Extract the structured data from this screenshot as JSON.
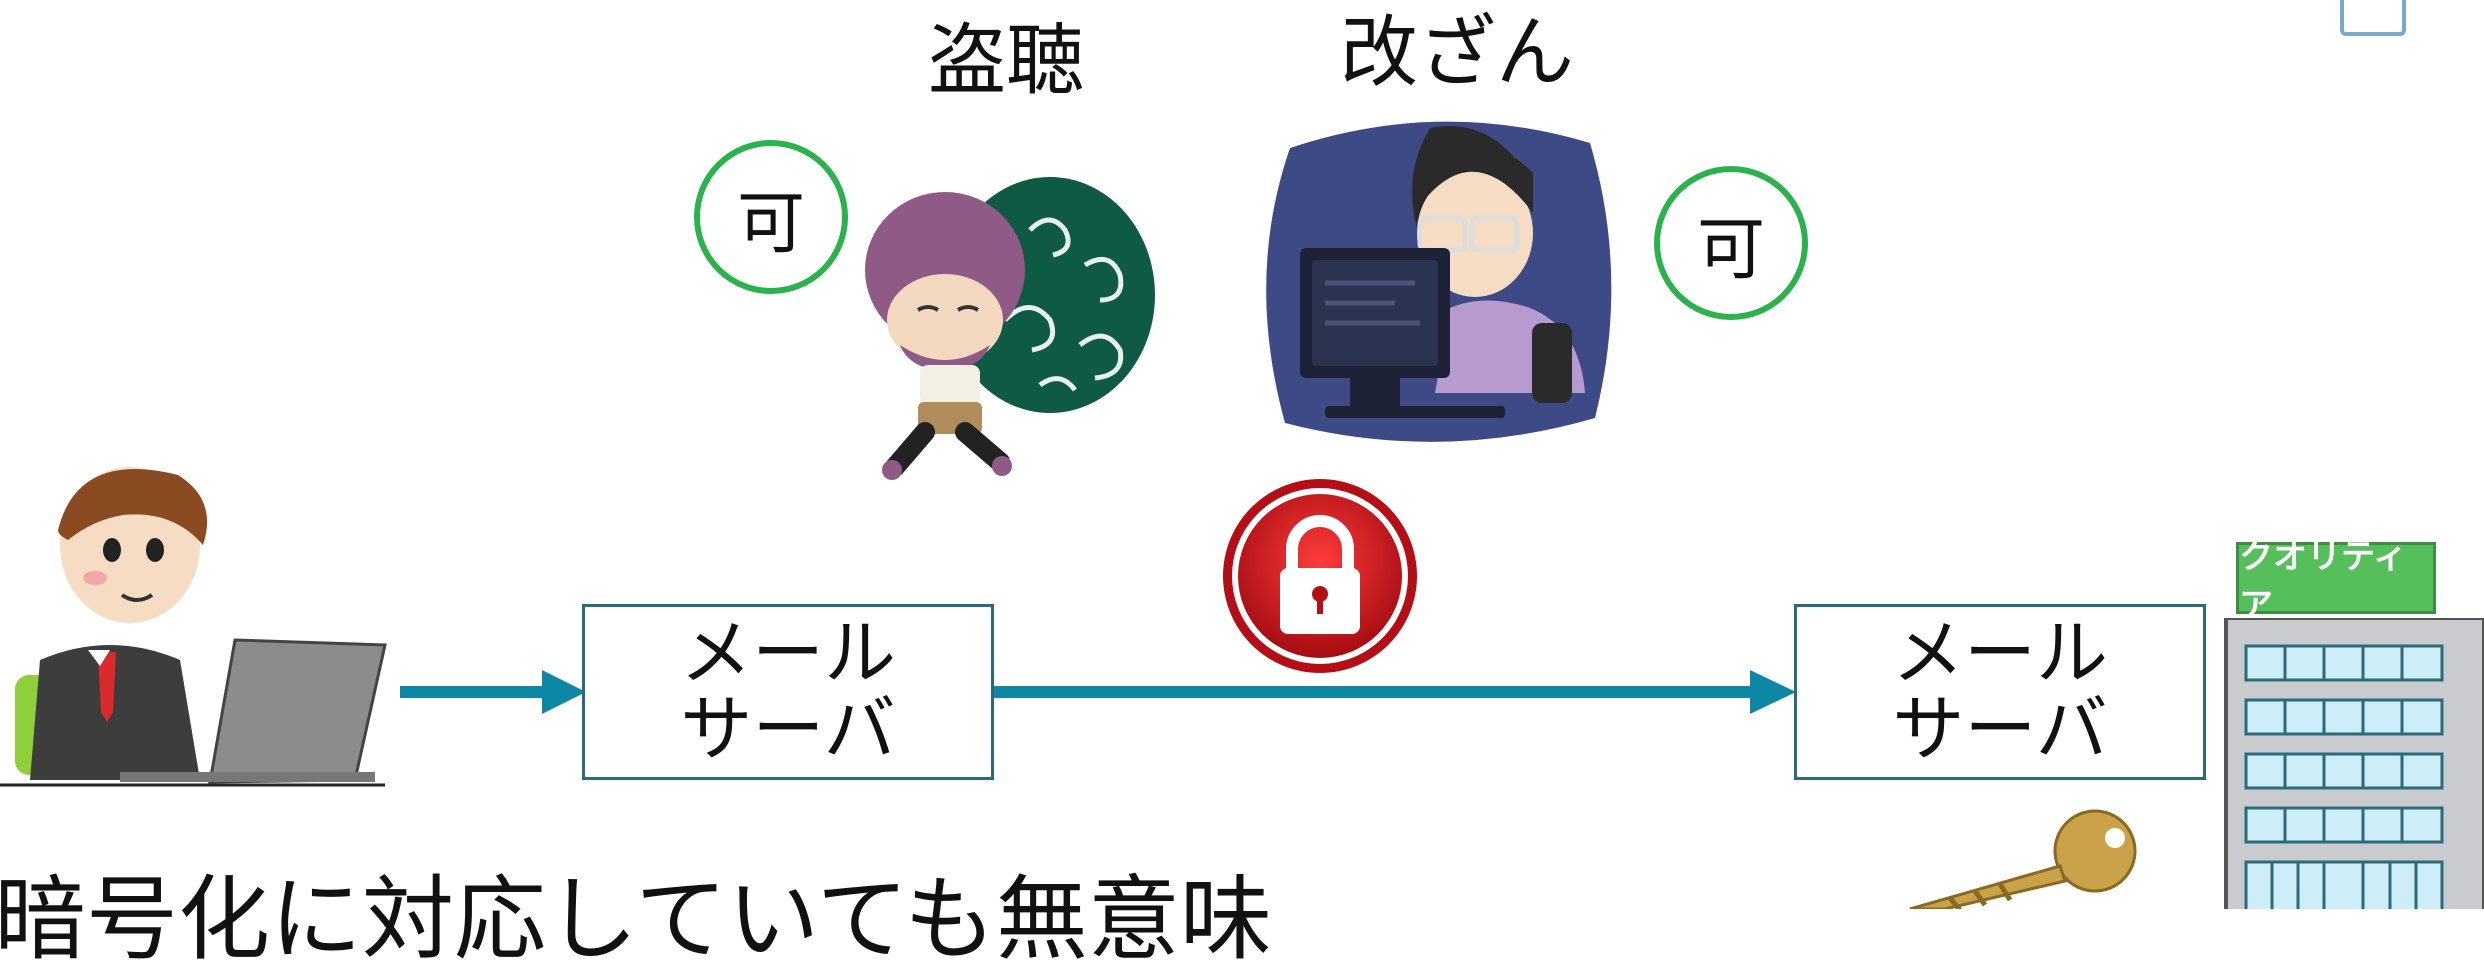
{
  "threats": {
    "eavesdrop": {
      "title": "盗聴",
      "badge": "可"
    },
    "tamper": {
      "title": "改ざん",
      "badge": "可"
    }
  },
  "flow": {
    "left_server": {
      "line1": "メール",
      "line2": "サーバ"
    },
    "right_server": {
      "line1": "メール",
      "line2": "サーバ"
    }
  },
  "building": {
    "sign": "クオリティア"
  },
  "caption": "暗号化に対応していても無意味",
  "colors": {
    "arrow": "#0e86a6",
    "badge_border": "#2bb24c",
    "lock_red": "#c8101a",
    "building_sign": "#56be5a"
  },
  "icons": [
    "thief-icon",
    "hacker-icon",
    "padlock-icon",
    "businessman-icon",
    "laptop-icon",
    "office-building-icon",
    "key-icon"
  ]
}
